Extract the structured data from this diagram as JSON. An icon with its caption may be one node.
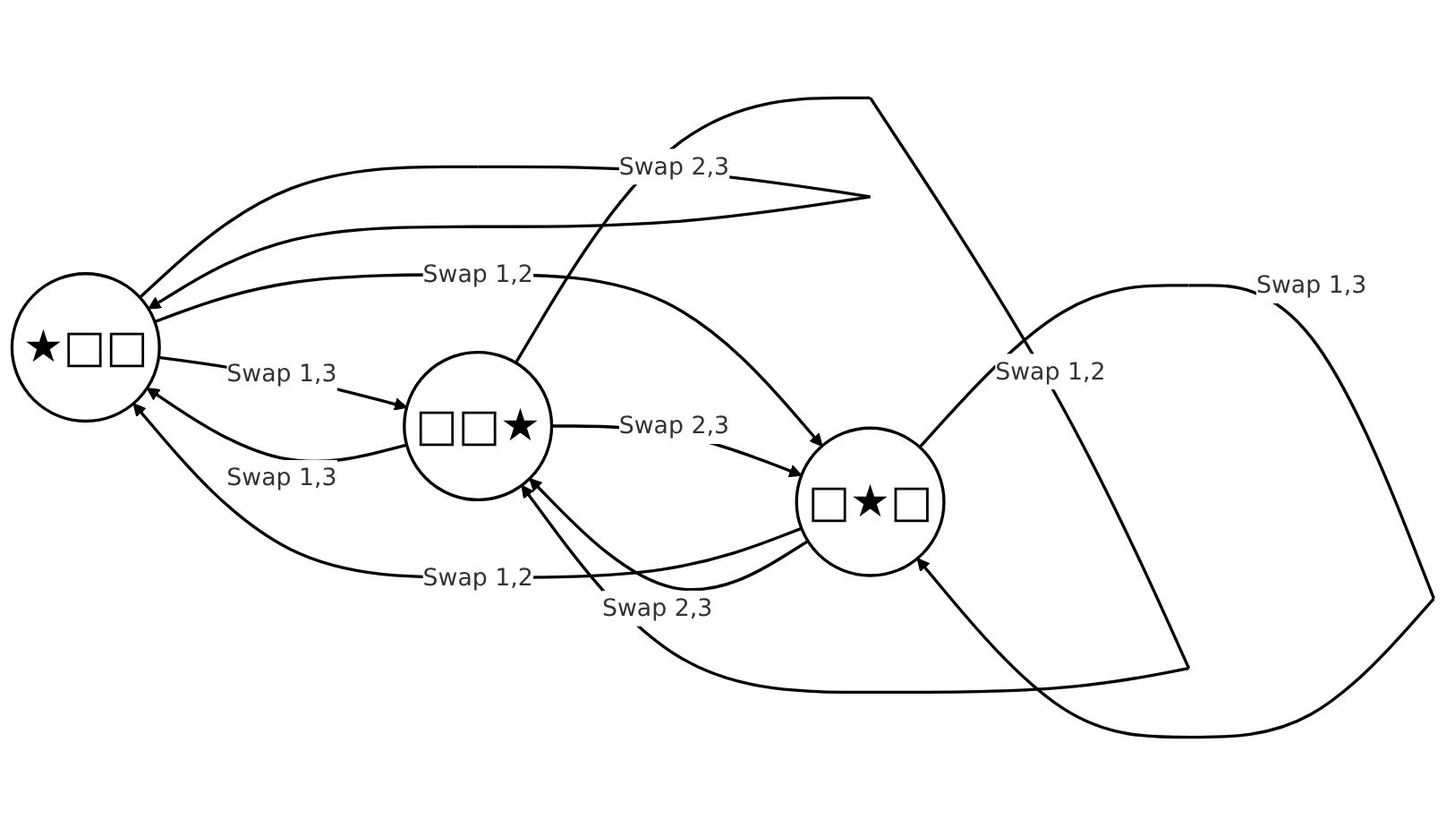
{
  "diagram": {
    "nodes": [
      {
        "text": [
          "★□□"
        ]
      },
      {
        "text": [
          "□★□"
        ]
      },
      {
        "text": [
          "□□★"
        ]
      }
    ],
    "edges": [
      {
        "from": 0,
        "to": 0,
        "arrow": "to",
        "label": "Swap 2,3"
      },
      {
        "from": 0,
        "to": 2,
        "arrow": "to",
        "label": "Swap 1,3"
      },
      {
        "from": 1,
        "to": 1,
        "arrow": "to",
        "label": "Swap 1,3"
      },
      {
        "from": 2,
        "to": 2,
        "arrow": "to",
        "label": "Swap 1,2"
      },
      {
        "from": 0,
        "to": 1,
        "arrow": "to",
        "label": "Swap 1,2"
      },
      {
        "from": 1,
        "to": 0,
        "arrow": "to",
        "label": "Swap 1,2"
      },
      {
        "from": 1,
        "to": 2,
        "arrow": "to",
        "label": "Swap 2,3"
      },
      {
        "from": 2,
        "to": 1,
        "arrow": "to",
        "label": "Swap 2,3"
      },
      {
        "from": 2,
        "to": 0,
        "arrow": "to",
        "label": "Swap 1,3"
      }
    ]
  }
}
